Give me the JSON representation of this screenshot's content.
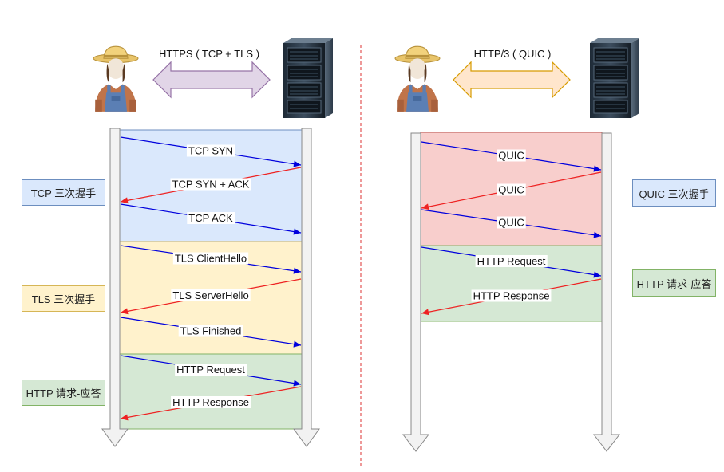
{
  "left": {
    "protocol_label": "HTTPS ( TCP + TLS )",
    "phases": [
      {
        "label": "TCP 三次握手",
        "color": "blue"
      },
      {
        "label": "TLS 三次握手",
        "color": "yellow"
      },
      {
        "label": "HTTP 请求-应答",
        "color": "green"
      }
    ],
    "messages": [
      {
        "label": "TCP SYN",
        "direction": "client-to-server"
      },
      {
        "label": "TCP SYN + ACK",
        "direction": "server-to-client"
      },
      {
        "label": "TCP ACK",
        "direction": "client-to-server"
      },
      {
        "label": "TLS ClientHello",
        "direction": "client-to-server"
      },
      {
        "label": "TLS ServerHello",
        "direction": "server-to-client"
      },
      {
        "label": "TLS Finished",
        "direction": "client-to-server"
      },
      {
        "label": "HTTP Request",
        "direction": "client-to-server"
      },
      {
        "label": "HTTP Response",
        "direction": "server-to-client"
      }
    ]
  },
  "right": {
    "protocol_label": "HTTP/3 ( QUIC )",
    "phases": [
      {
        "label": "QUIC 三次握手",
        "color": "red"
      },
      {
        "label": "HTTP 请求-应答",
        "color": "green"
      }
    ],
    "messages": [
      {
        "label": "QUIC",
        "direction": "client-to-server"
      },
      {
        "label": "QUIC",
        "direction": "server-to-client"
      },
      {
        "label": "QUIC",
        "direction": "client-to-server"
      },
      {
        "label": "HTTP Request",
        "direction": "client-to-server"
      },
      {
        "label": "HTTP Response",
        "direction": "server-to-client"
      }
    ]
  },
  "colors": {
    "client_to_server": "#0000dd",
    "server_to_client": "#ee2222",
    "divider": "#dd3333",
    "blue_fill": "#dae8fc",
    "yellow_fill": "#fff2cc",
    "green_fill": "#d5e8d4",
    "red_fill": "#f8cecc",
    "purple_arrow": "#e1d5e7",
    "orange_arrow": "#ffe6cc"
  },
  "icons": {
    "client": "farmer-user-icon",
    "server": "server-rack-icon"
  }
}
